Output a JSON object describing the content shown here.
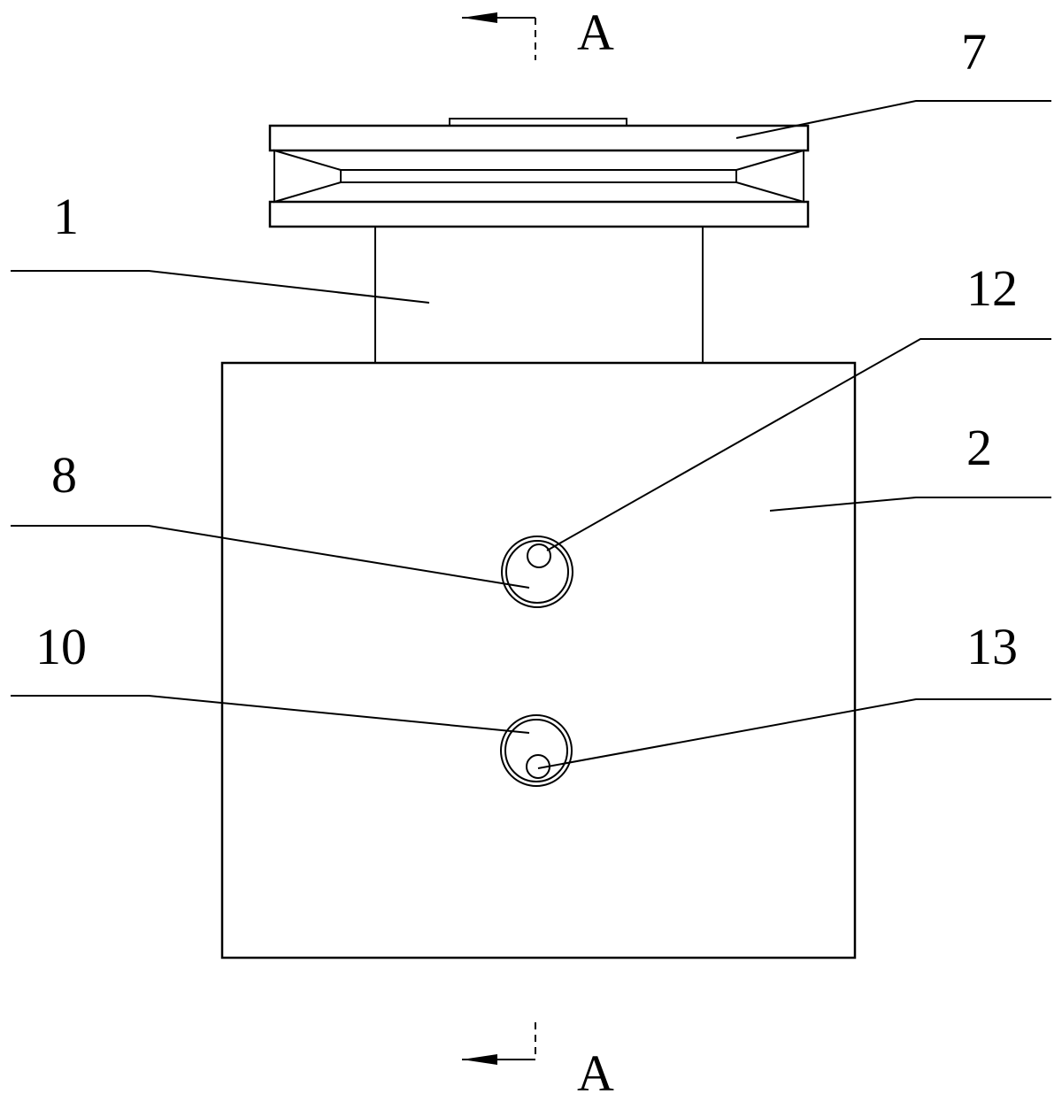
{
  "section_markers": {
    "top_label": "A",
    "bottom_label": "A"
  },
  "labels": {
    "pulley": "7",
    "shaft_housing": "1",
    "hole_upper_inner": "12",
    "main_body": "2",
    "hole_upper": "8",
    "hole_lower": "10",
    "hole_lower_inner": "13"
  },
  "colors": {
    "line": "#000000",
    "background": "#ffffff"
  }
}
